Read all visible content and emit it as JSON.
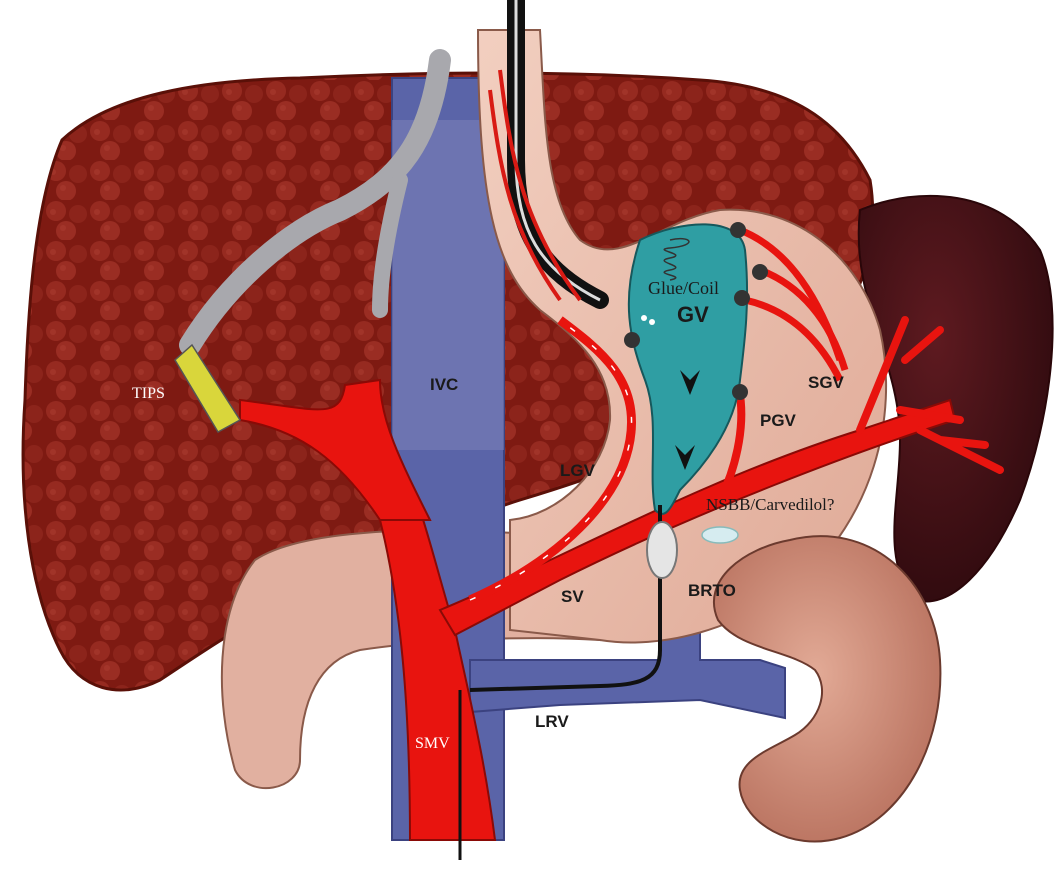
{
  "labels": {
    "tips": "TIPS",
    "ivc": "IVC",
    "glue_coil": "Glue/Coil",
    "gv": "GV",
    "sgv": "SGV",
    "pgv": "PGV",
    "lgv": "LGV",
    "nsbb": "NSBB/Carvedilol?",
    "brto": "BRTO",
    "sv": "SV",
    "lrv": "LRV",
    "smv": "SMV"
  },
  "colors": {
    "liver": "#7e1a12",
    "liver_lobule": "#9b2a22",
    "spleen": "#4a1117",
    "portal_vein": "#e8140f",
    "vena_cava": "#5a64a8",
    "stomach": "#ecc0b0",
    "varix": "#2f9ea3",
    "kidney": "#d79a86",
    "shunt": "#a8a8ad",
    "stent": "#d9d63b"
  }
}
